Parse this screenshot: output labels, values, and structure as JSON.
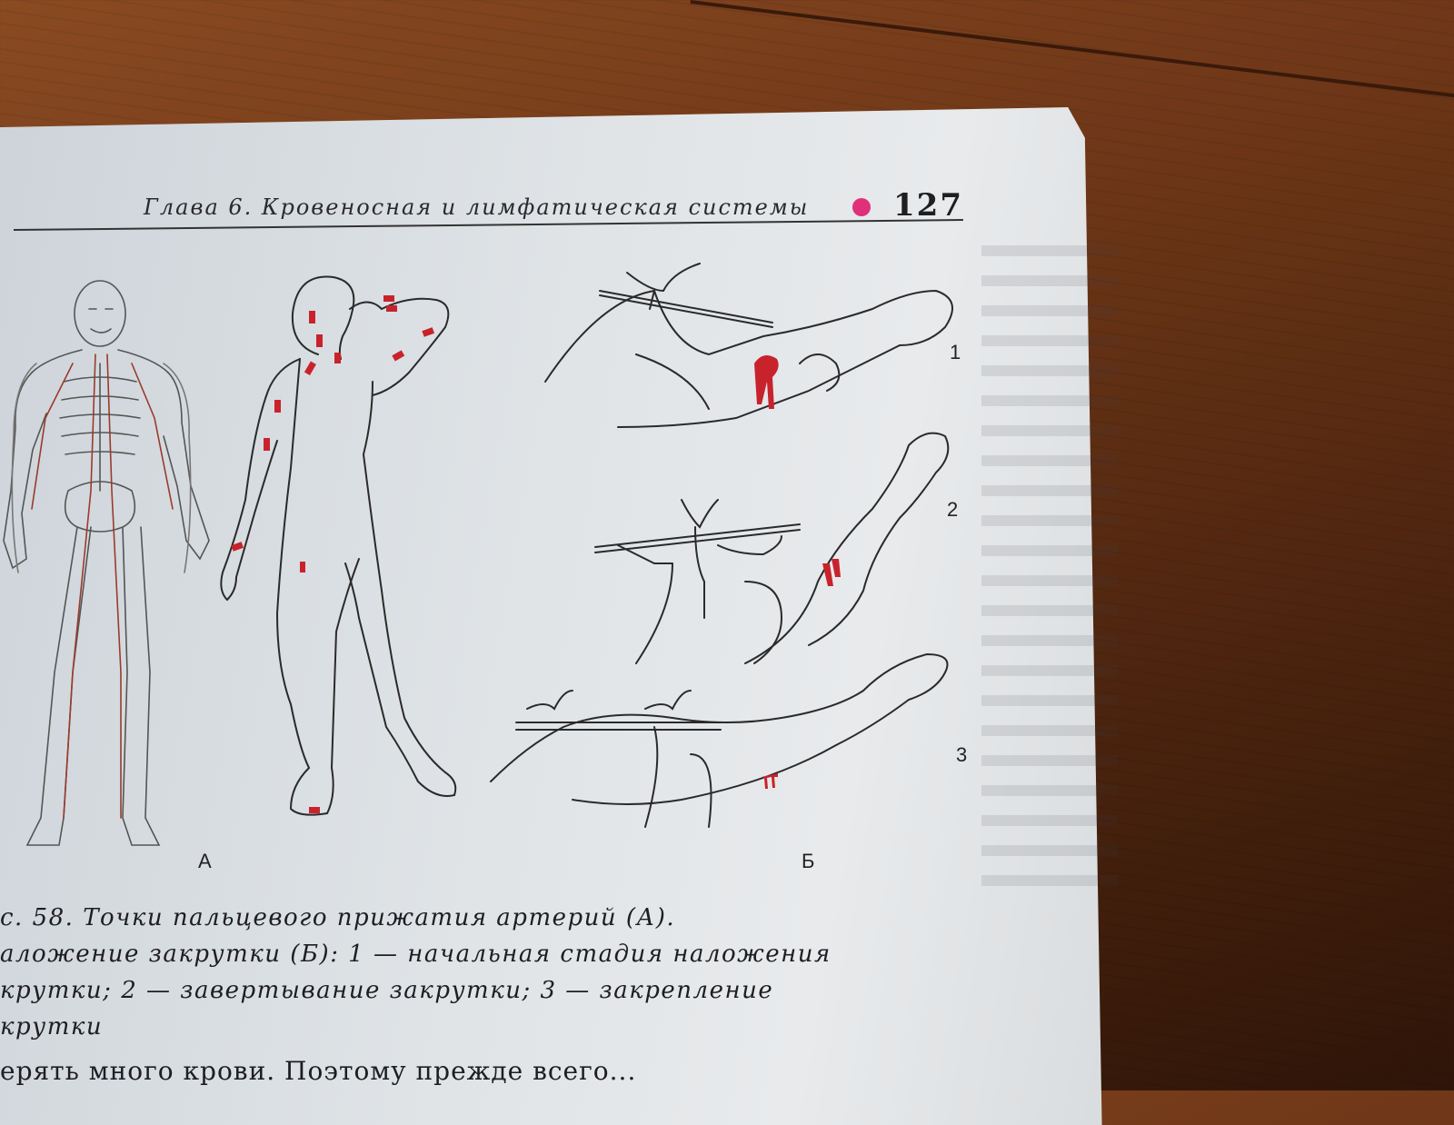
{
  "header": {
    "running_head": "Глава 6. Кровеносная и лимфатическая системы",
    "page_number": "127",
    "dot_color": "#e0307a"
  },
  "figure": {
    "label_a": "А",
    "label_b": "Б",
    "step_labels": [
      "1",
      "2",
      "3"
    ]
  },
  "caption": {
    "line1": "с. 58. Точки пальцевого прижатия артерий (А).",
    "line2": "аложение закрутки (Б): 1 — начальная стадия наложения",
    "line3": "крутки; 2 — завертывание закрутки; 3 — закрепление",
    "line4": "крутки"
  },
  "body_text": {
    "bottom_line": "ерять много крови. Поэтому прежде всего..."
  },
  "colors": {
    "pressure_point": "#c8232c",
    "ink": "#2a2a2a"
  }
}
